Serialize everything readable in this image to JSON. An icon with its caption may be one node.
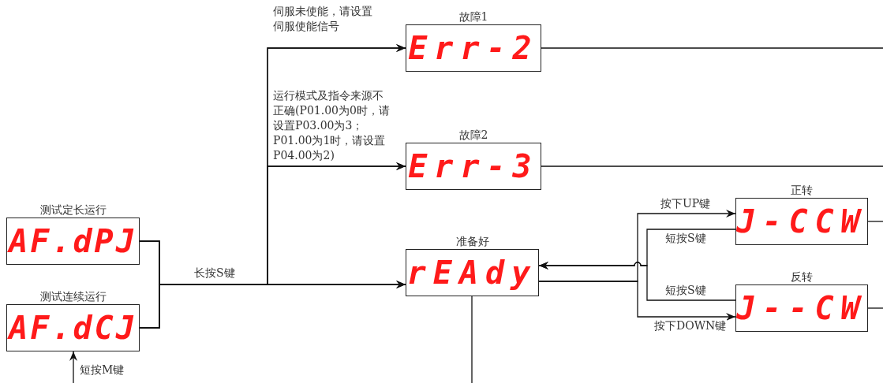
{
  "diagram": {
    "nodes": [
      {
        "text": [
          "测试定长运行",
          "AF.dPJ"
        ]
      },
      {
        "text": [
          "测试连续运行",
          "AF.dCJ"
        ]
      },
      {
        "text": [
          "故障1",
          "Err-2"
        ]
      },
      {
        "text": [
          "故障2",
          "Err-3"
        ]
      },
      {
        "text": [
          "准备好",
          "rEAdy"
        ]
      },
      {
        "text": [
          "正转",
          "J-CCW"
        ]
      },
      {
        "text": [
          "反转",
          "J--CW"
        ]
      }
    ],
    "edges": [
      {
        "from": 0,
        "to": 4,
        "arrow": "to",
        "label": "长按S键"
      },
      {
        "from": 1,
        "to": 4,
        "arrow": "to"
      },
      {
        "from": 0,
        "to": 2,
        "arrow": "to",
        "label": "伺服未使能，请设置伺服使能信号"
      },
      {
        "from": 1,
        "to": 2,
        "arrow": "to"
      },
      {
        "from": 0,
        "to": 3,
        "arrow": "to",
        "label": "运行模式及指令来源不正确(P01.00为0时，请设置P03.00为3；P01.00为1时，请设置P04.00为2)"
      },
      {
        "from": 1,
        "to": 3,
        "arrow": "to"
      },
      {
        "from": null,
        "to": 1,
        "arrow": "to",
        "label": "短按M键"
      },
      {
        "from": 2,
        "to": null,
        "arrow": "none"
      },
      {
        "from": 3,
        "to": null,
        "arrow": "none"
      },
      {
        "from": 4,
        "to": null,
        "arrow": "none"
      },
      {
        "from": 4,
        "to": 5,
        "arrow": "to",
        "label": "按下UP键"
      },
      {
        "from": 4,
        "to": 6,
        "arrow": "to",
        "label": "按下DOWN键"
      },
      {
        "from": 5,
        "to": 4,
        "arrow": "to",
        "label": "短按S键"
      },
      {
        "from": 6,
        "to": 4,
        "arrow": "to",
        "label": "短按S键"
      },
      {
        "from": 5,
        "to": null,
        "arrow": "none"
      },
      {
        "from": 6,
        "to": null,
        "arrow": "none"
      }
    ]
  }
}
